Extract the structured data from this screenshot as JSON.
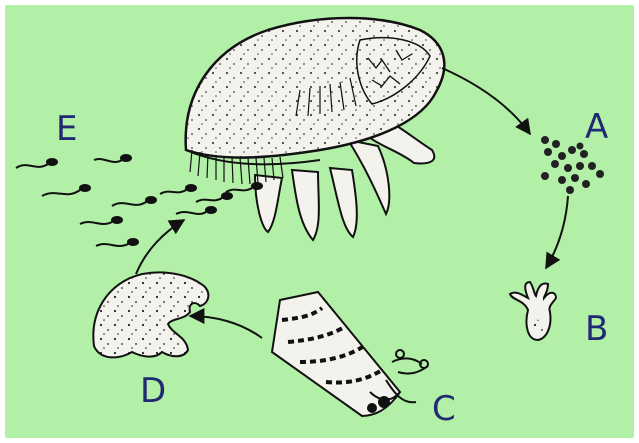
{
  "colors": {
    "background": "#b3f0a7",
    "border": "#ffffff",
    "ink": "#111111",
    "label": "#1f2a72",
    "body": "#f4f2ec"
  },
  "labels": {
    "a": "A",
    "b": "B",
    "c": "C",
    "d": "D",
    "e": "E"
  },
  "stages": [
    {
      "id": "adult-medusa",
      "icon": "jellyfish-icon"
    },
    {
      "id": "a",
      "icon": "eggs-icon"
    },
    {
      "id": "b",
      "icon": "planula-polyp-icon"
    },
    {
      "id": "c",
      "icon": "strobila-icon"
    },
    {
      "id": "d",
      "icon": "ephyra-icon"
    },
    {
      "id": "e",
      "icon": "larvae-icon"
    }
  ]
}
